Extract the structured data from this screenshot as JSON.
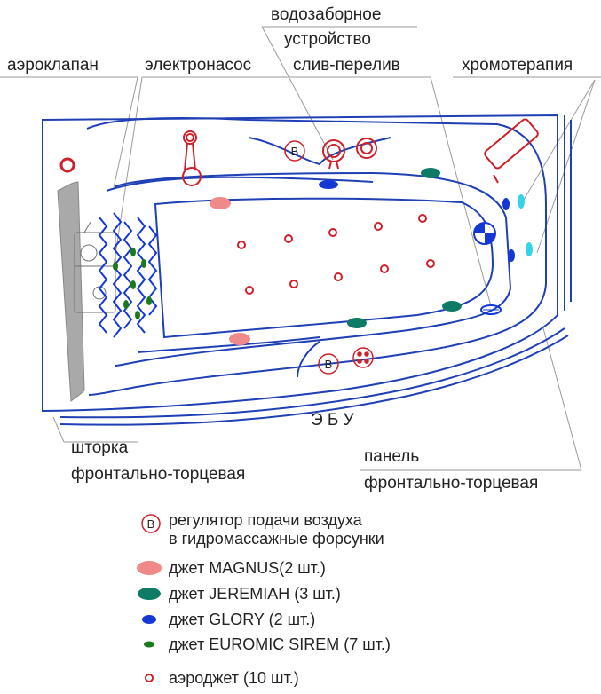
{
  "labels": {
    "aeroklapan": "аэроклапан",
    "elektronasos": "электронасос",
    "vodozabor_line1": "водозаборное",
    "vodozabor_line2": "устройство",
    "sliv": "слив-перелив",
    "hromo": "хромотерапия",
    "ebu": "Э Б У",
    "shtorka_line1": "шторка",
    "shtorka_line2": "фронтально-торцевая",
    "panel_line1": "панель",
    "panel_line2": "фронтально-торцевая"
  },
  "regulator_symbol": "В",
  "legend": {
    "regulator_line1": "регулятор подачи воздуха",
    "regulator_line2": "в гидромассажные форсунки",
    "magnus": "джет MAGNUS(2 шт.)",
    "jeremiah": "джет JEREMIAH (3 шт.)",
    "glory": "джет GLORY (2 шт.)",
    "euromic": "джет EUROMIC SIREM (7 шт.)",
    "aero": "аэроджет (10 шт.)"
  },
  "colors": {
    "outline": "#1f3fb5",
    "red": "#d0202a",
    "magnus": "#f08a8a",
    "jeremiah": "#0f7a66",
    "glory": "#1338d6",
    "euromic": "#1b7a1b",
    "hromo": "#35d4e8",
    "screen": "#a9a9a9"
  }
}
